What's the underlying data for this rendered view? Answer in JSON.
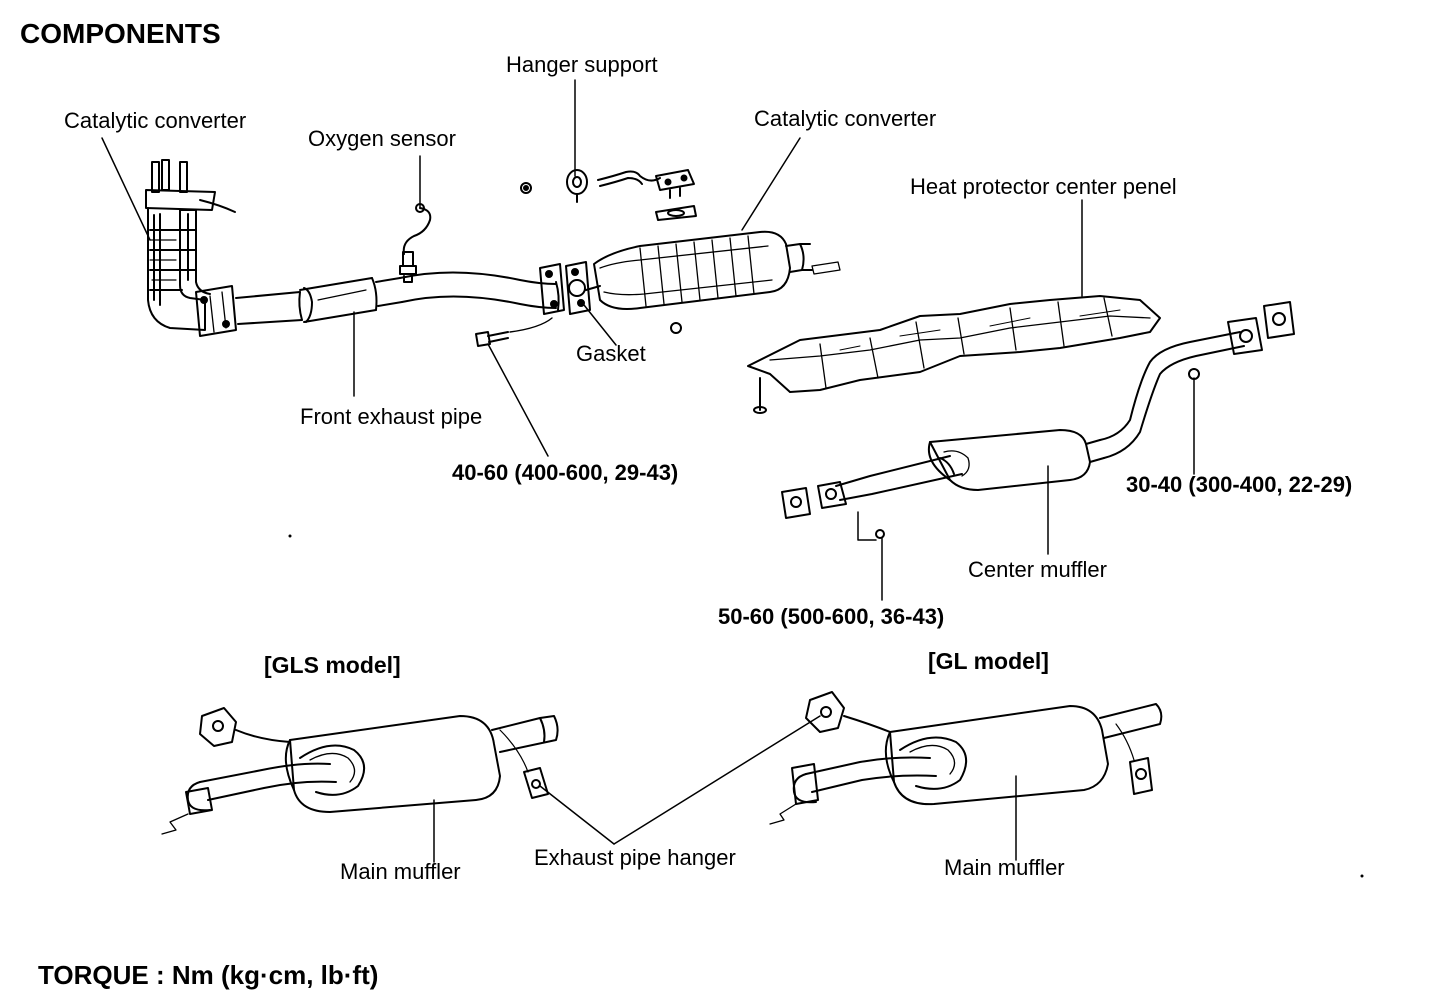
{
  "title": "COMPONENTS",
  "torque_units": "TORQUE : Nm (kg·cm, lb·ft)",
  "labels": {
    "catalytic_converter_left": "Catalytic converter",
    "oxygen_sensor": "Oxygen sensor",
    "hanger_support": "Hanger support",
    "catalytic_converter_right": "Catalytic converter",
    "heat_protector": "Heat protector center  penel",
    "gasket": "Gasket",
    "front_exhaust_pipe": "Front exhaust pipe",
    "center_muffler": "Center muffler",
    "main_muffler_gls": "Main muffler",
    "main_muffler_gl": "Main muffler",
    "exhaust_pipe_hanger": "Exhaust pipe hanger"
  },
  "torque_specs": {
    "front_bolt": "40-60 (400-600, 29-43)",
    "center_right": "30-40 (300-400, 22-29)",
    "center_left": "50-60 (500-600, 36-43)"
  },
  "models": {
    "gls": "[GLS model]",
    "gl": "[GL model]"
  }
}
